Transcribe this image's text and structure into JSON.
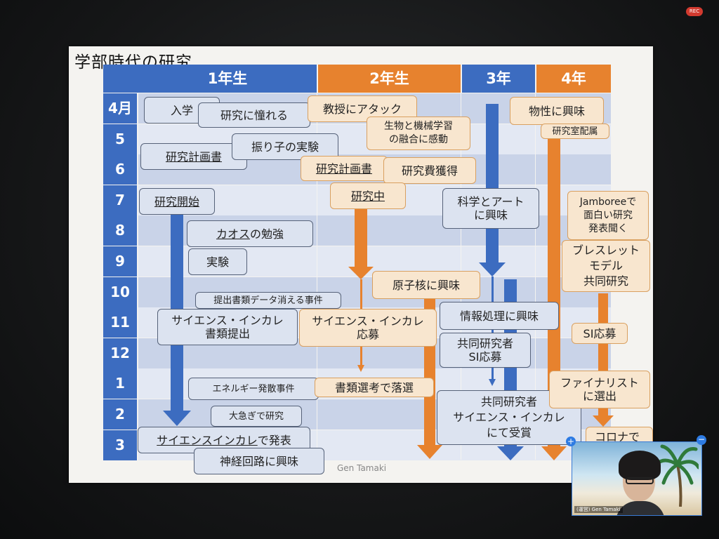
{
  "recording_badge": "REC",
  "slide": {
    "title": "学部時代の研究",
    "years": [
      "1年生",
      "2年生",
      "3年",
      "4年"
    ],
    "months": [
      "4月",
      "5",
      "6",
      "7",
      "8",
      "9",
      "10",
      "11",
      "12",
      "1",
      "2",
      "3"
    ],
    "footer": "Gen Tamaki",
    "y1": {
      "nyugaku": "入学",
      "akogare": "研究に憧れる",
      "keikaku_1": "研究計画書",
      "furiko": "振り子の実験",
      "kaishi": "研究開始",
      "chaos_u": "カオス",
      "chaos_rest": "の勉強",
      "jikken": "実験",
      "teishutsu": "提出書類データ消える事件",
      "si_1_l1": "サイエンス・インカレ",
      "si_1_l2": "書類提出",
      "energy": "エネルギー発散事件",
      "oisogi": "大急ぎで研究",
      "happyo_u": "サイエンスインカレ",
      "happyo_rest": "で発表",
      "shinkei": "神経回路に興味"
    },
    "y2": {
      "kyoju": "教授にアタック",
      "yugo_l1": "生物と機械学習",
      "yugo_l2": "の融合に感動",
      "keikaku_2": "研究計画書",
      "kakutoku": "研究費獲得",
      "kenkyuchu": "研究中",
      "genshikaku": "原子核に興味",
      "si_2_l1": "サイエンス・インカレ",
      "si_2_l2": "応募",
      "rakusen": "書類選考で落選"
    },
    "y3": {
      "art_l1": "科学とアート",
      "art_l2": "に興味",
      "joho": "情報処理に興味",
      "kyodo_l1": "共同研究者",
      "kyodo_l2": "SI応募",
      "jusho_l1": "共同研究者",
      "jusho_l2": "サイエンス・インカレ",
      "jusho_l3": "にて受賞"
    },
    "y4": {
      "bussei": "物性に興味",
      "haizoku": "研究室配属",
      "jamboree_l1": "Jamboreeで",
      "jamboree_l2": "面白い研究",
      "jamboree_l3": "発表聞く",
      "bracelet_l1": "ブレスレット",
      "bracelet_l2": "モデル",
      "bracelet_l3": "共同研究",
      "si_oubo": "SI応募",
      "finalist_l1": "ファイナリスト",
      "finalist_l2": "に選出",
      "corona": "コロナで"
    }
  },
  "video_tile": {
    "label": "(運営) Gen Tamaki",
    "add_icon": "+",
    "remove_icon": "−"
  },
  "colors": {
    "blue": "#3c6cc0",
    "orange": "#e7822e"
  }
}
